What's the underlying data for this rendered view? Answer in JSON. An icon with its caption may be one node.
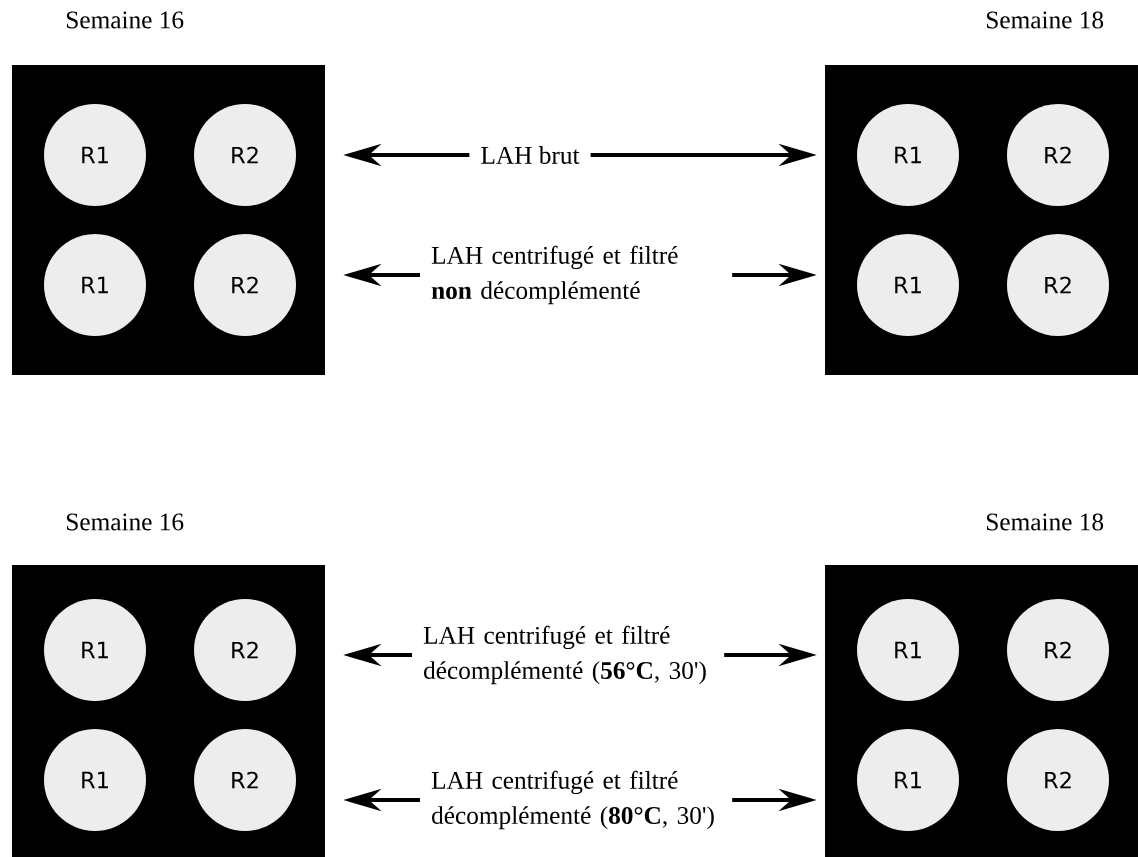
{
  "diagram": {
    "nodes": [
      {
        "text": [
          "Semaine 16"
        ]
      },
      {
        "text": [
          "R1"
        ],
        "in": 0
      },
      {
        "text": [
          "R2"
        ],
        "in": 0
      },
      {
        "text": [
          "R1"
        ],
        "in": 0
      },
      {
        "text": [
          "R2"
        ],
        "in": 0
      },
      {
        "text": [
          "Semaine 18"
        ]
      },
      {
        "text": [
          "R1"
        ],
        "in": 5
      },
      {
        "text": [
          "R2"
        ],
        "in": 5
      },
      {
        "text": [
          "R1"
        ],
        "in": 5
      },
      {
        "text": [
          "R2"
        ],
        "in": 5
      },
      {
        "text": [
          "LAH brut"
        ]
      },
      {
        "text": [
          "LAH centrifugé et filtré **non** décomplémenté"
        ]
      },
      {
        "text": [
          "Semaine 16"
        ]
      },
      {
        "text": [
          "R1"
        ],
        "in": 12
      },
      {
        "text": [
          "R2"
        ],
        "in": 12
      },
      {
        "text": [
          "R1"
        ],
        "in": 12
      },
      {
        "text": [
          "R2"
        ],
        "in": 12
      },
      {
        "text": [
          "Semaine 18"
        ]
      },
      {
        "text": [
          "R1"
        ],
        "in": 17
      },
      {
        "text": [
          "R2"
        ],
        "in": 17
      },
      {
        "text": [
          "R1"
        ],
        "in": 17
      },
      {
        "text": [
          "R2"
        ],
        "in": 17
      },
      {
        "text": [
          "LAH centrifugé et filtré décomplémenté (**56°C**, 30')"
        ]
      },
      {
        "text": [
          "LAH centrifugé et filtré décomplémenté (**80°C**, 30')"
        ]
      }
    ],
    "edges": [
      {
        "from": 10,
        "to": 0,
        "arrow": "to"
      },
      {
        "from": 10,
        "to": 5,
        "arrow": "to"
      },
      {
        "from": 11,
        "to": 0,
        "arrow": "to"
      },
      {
        "from": 11,
        "to": 5,
        "arrow": "to"
      },
      {
        "from": 22,
        "to": 12,
        "arrow": "to"
      },
      {
        "from": 22,
        "to": 17,
        "arrow": "to"
      },
      {
        "from": 23,
        "to": 12,
        "arrow": "to"
      },
      {
        "from": 23,
        "to": 17,
        "arrow": "to"
      }
    ]
  }
}
